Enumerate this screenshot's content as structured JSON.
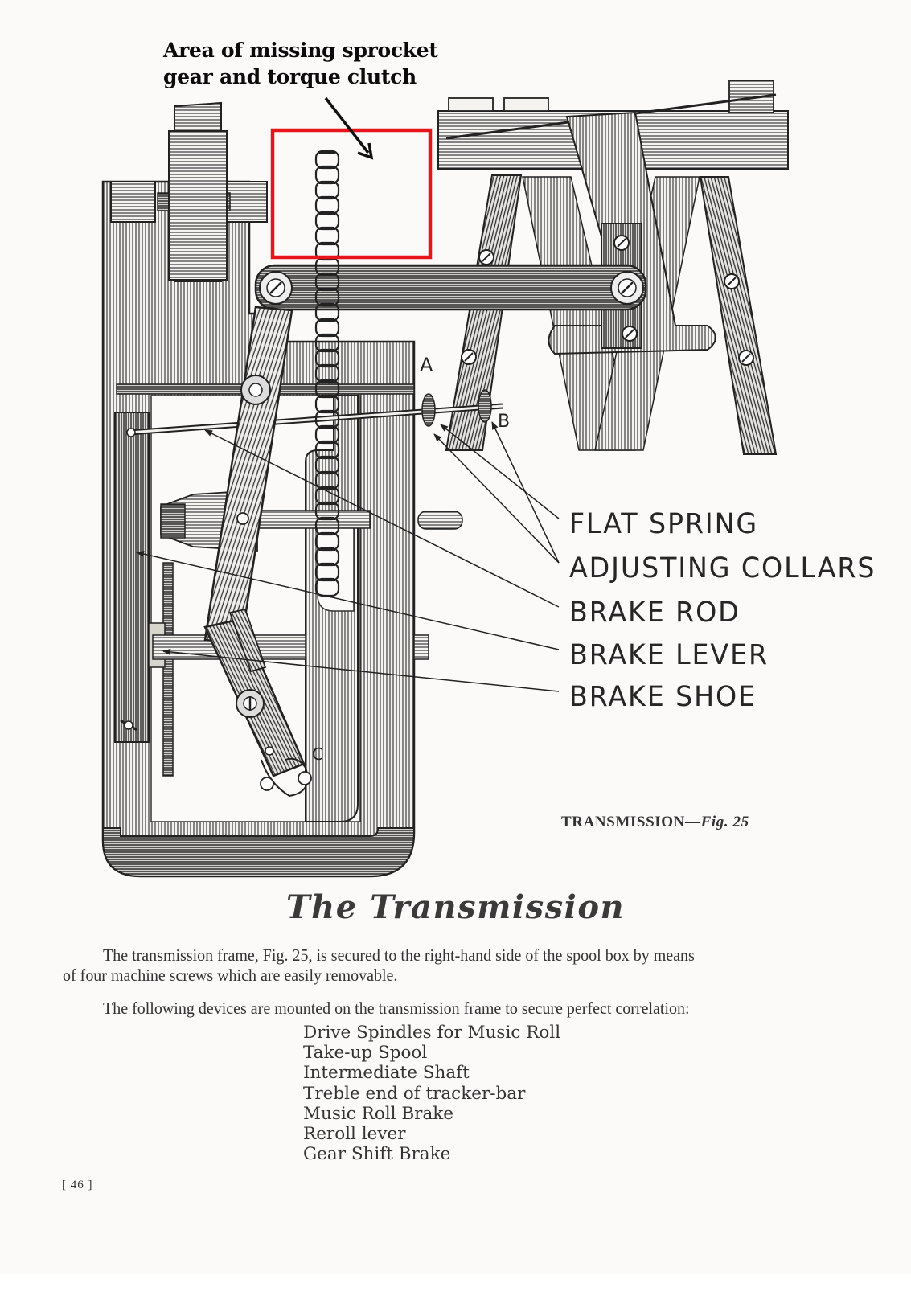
{
  "annotation": {
    "text_line1": "Area of missing sprocket",
    "text_line2": "gear and torque clutch",
    "highlight_color": "#e8141b",
    "arrow_color": "#111111"
  },
  "figure": {
    "point_labels": [
      "A",
      "B",
      "C"
    ],
    "callouts": [
      "FLAT SPRING",
      "ADJUSTING COLLARS",
      "BRAKE ROD",
      "BRAKE LEVER",
      "BRAKE SHOE"
    ],
    "caption_title": "TRANSMISSION—",
    "caption_fig": "Fig. 25"
  },
  "section": {
    "title": "The Transmission",
    "paragraph1_line1": "The transmission frame, Fig. 25, is secured to the right-hand side of the spool box by means",
    "paragraph1_line2": "of four machine screws which are easily removable.",
    "paragraph2": "The following devices are mounted on the transmission frame to secure perfect correlation:",
    "devices": [
      "Drive Spindles for Music Roll",
      "Take-up Spool",
      "Intermediate Shaft",
      "Treble end of tracker-bar",
      "Music Roll Brake",
      "Reroll lever",
      "Gear Shift Brake"
    ]
  },
  "page_number": "[ 46 ]"
}
